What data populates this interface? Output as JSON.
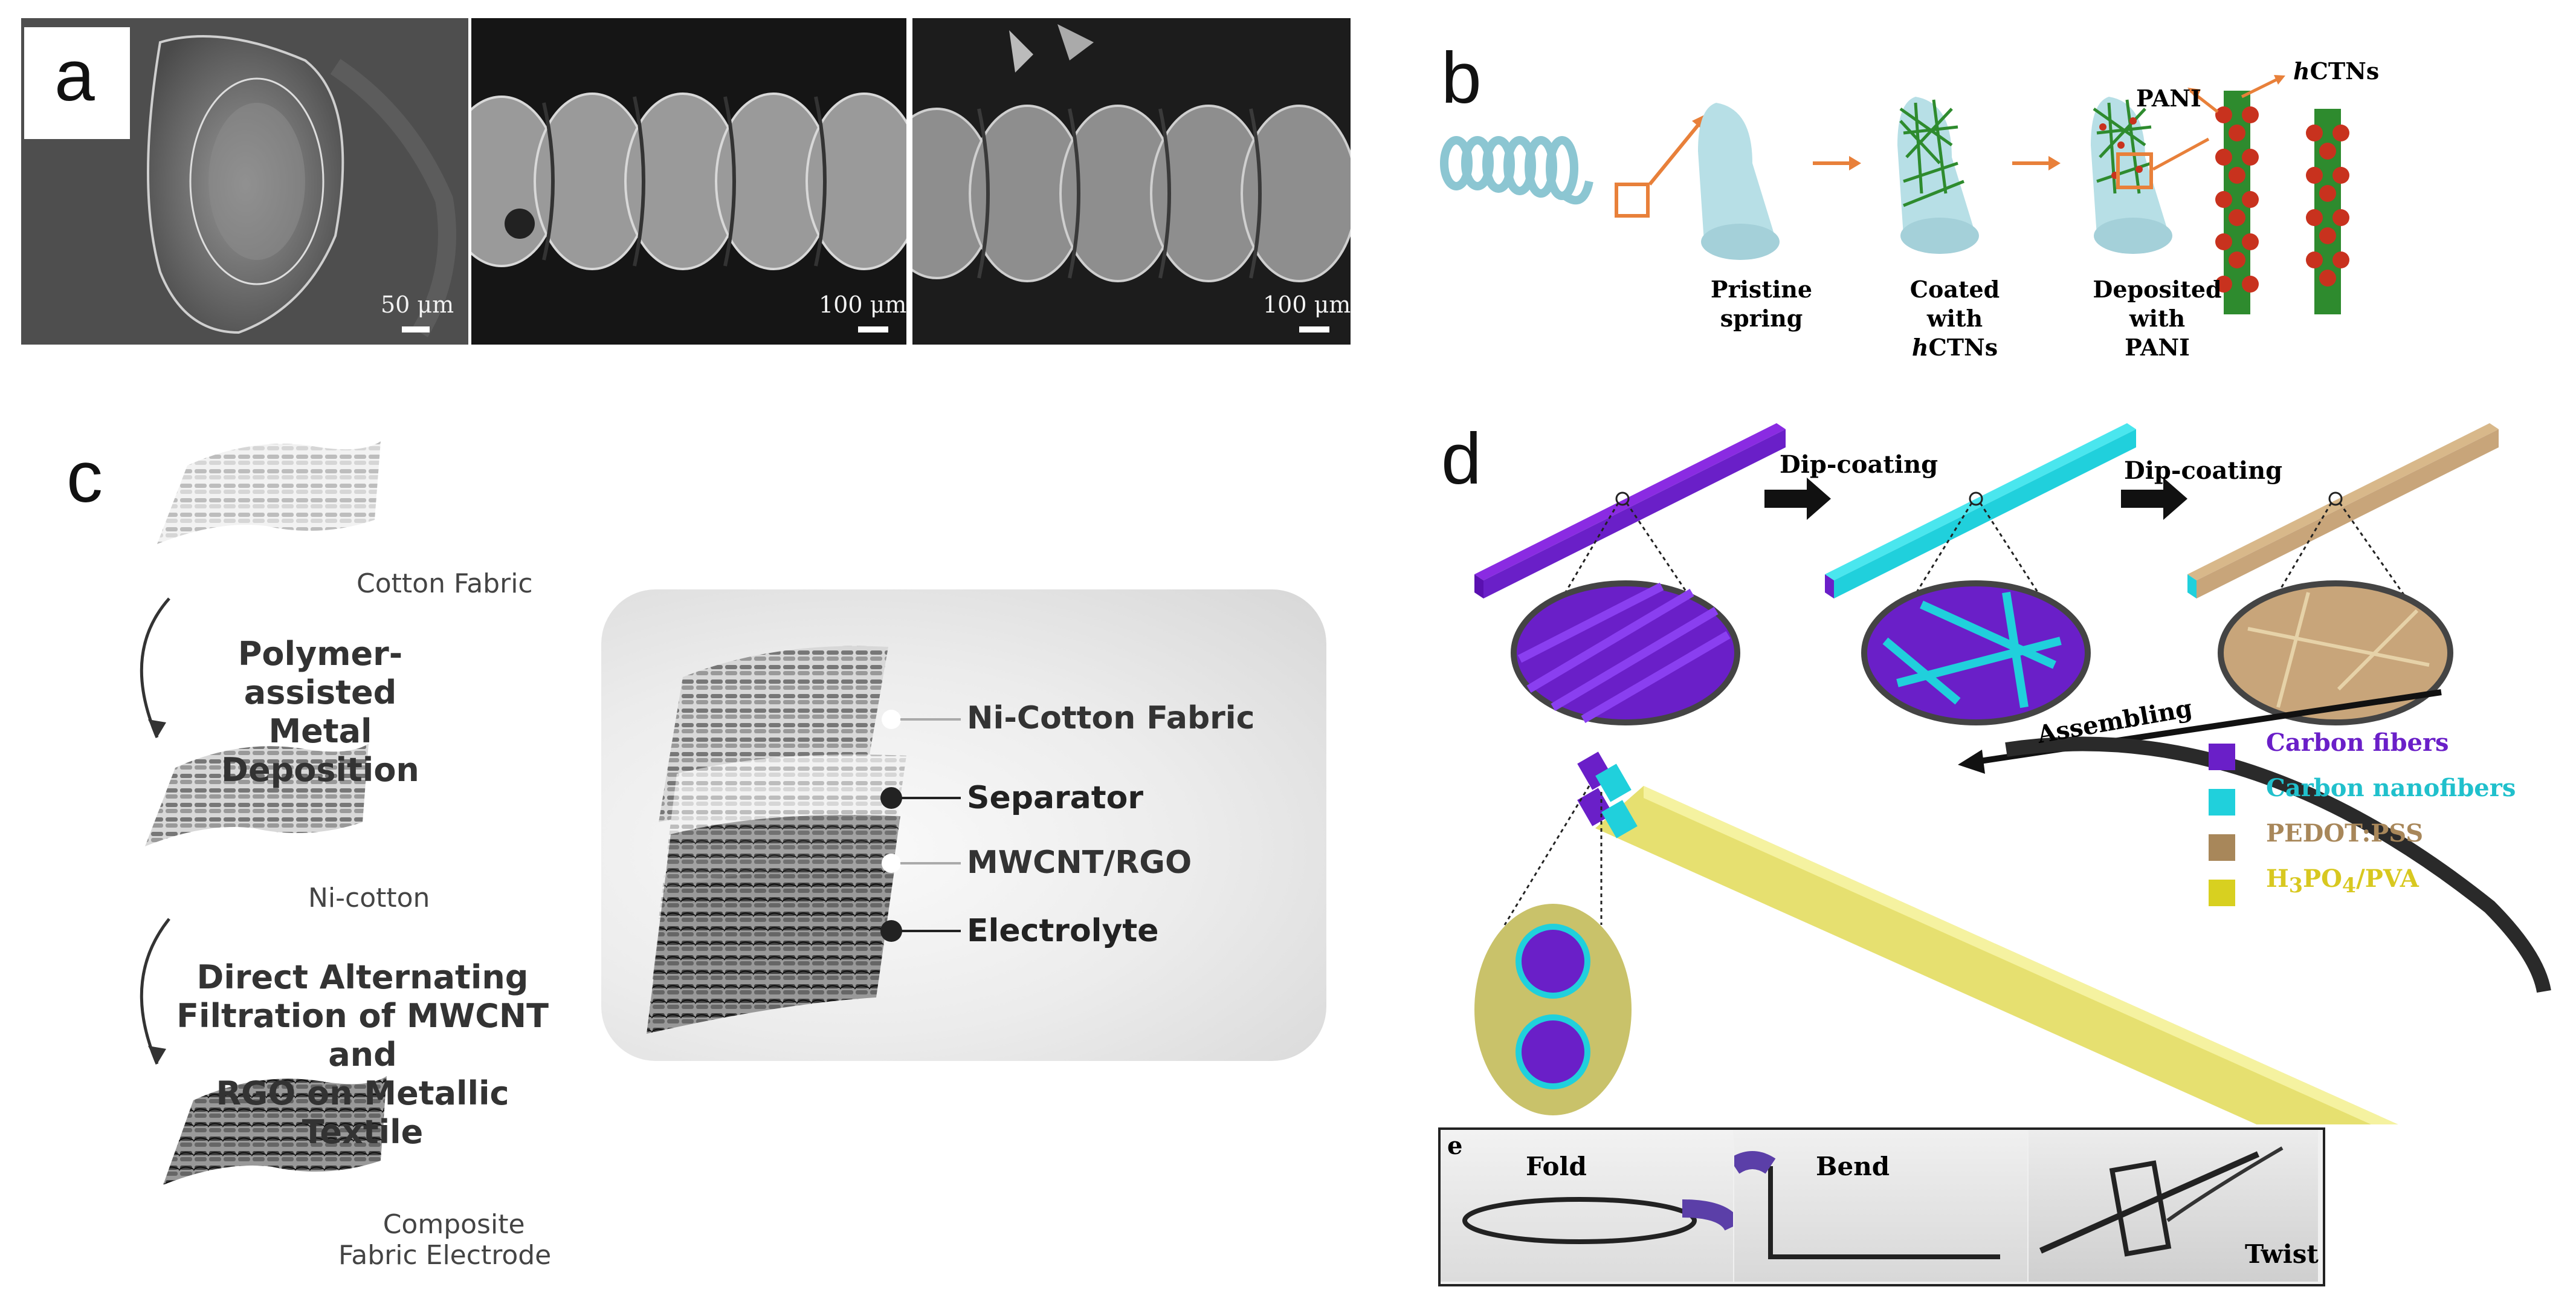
{
  "panels": {
    "a": {
      "letter": "a",
      "images": [
        {
          "scale_label": "50 μm"
        },
        {
          "scale_label": "100 μm"
        },
        {
          "scale_label": "100 μm"
        }
      ]
    },
    "b": {
      "letter": "b",
      "steps": [
        "Pristine spring",
        "Coated with hCTNs",
        "Deposited with PANI"
      ],
      "step_lines": [
        [
          "Pristine",
          "spring"
        ],
        [
          "Coated with",
          "hCTNs"
        ],
        [
          "Deposited with",
          "PANI"
        ]
      ],
      "callout_pani": "PANI",
      "callout_hctns": "hCTNs"
    },
    "c": {
      "letter": "c",
      "fabric_labels": [
        "Cotton Fabric",
        "Ni-cotton",
        "Composite",
        "Fabric Electrode"
      ],
      "step1": [
        "Polymer-assisted",
        "Metal Deposition"
      ],
      "step2": [
        "Direct Alternating",
        "Filtration of MWCNT and",
        "RGO on Metallic Textile"
      ],
      "layers": [
        "Ni-Cotton Fabric",
        "Separator",
        "MWCNT/RGO",
        "Electrolyte"
      ]
    },
    "d": {
      "letter": "d",
      "process": [
        "Dip-coating",
        "Dip-coating",
        "Assembling"
      ],
      "legend": [
        {
          "label": "Carbon fibers",
          "color": "#7b1fd6"
        },
        {
          "label": "Carbon nanofibers",
          "color": "#1ecad6"
        },
        {
          "label": "PEDOT:PSS",
          "color": "#a8875a"
        },
        {
          "label": "H3PO4/PVA",
          "color": "#e8d820"
        }
      ]
    },
    "e": {
      "letter": "e",
      "photos": [
        "Fold",
        "Bend",
        "Twist"
      ]
    }
  },
  "colors": {
    "spring": "#b7dfe6",
    "ctn_green": "#2e8b2e",
    "pani_red": "#c8321e",
    "arrow_orange": "#e8803a",
    "purple": "#6a1fc8",
    "cyan": "#20d0dc",
    "tan": "#c8a57a",
    "yellow": "#e6e070"
  }
}
